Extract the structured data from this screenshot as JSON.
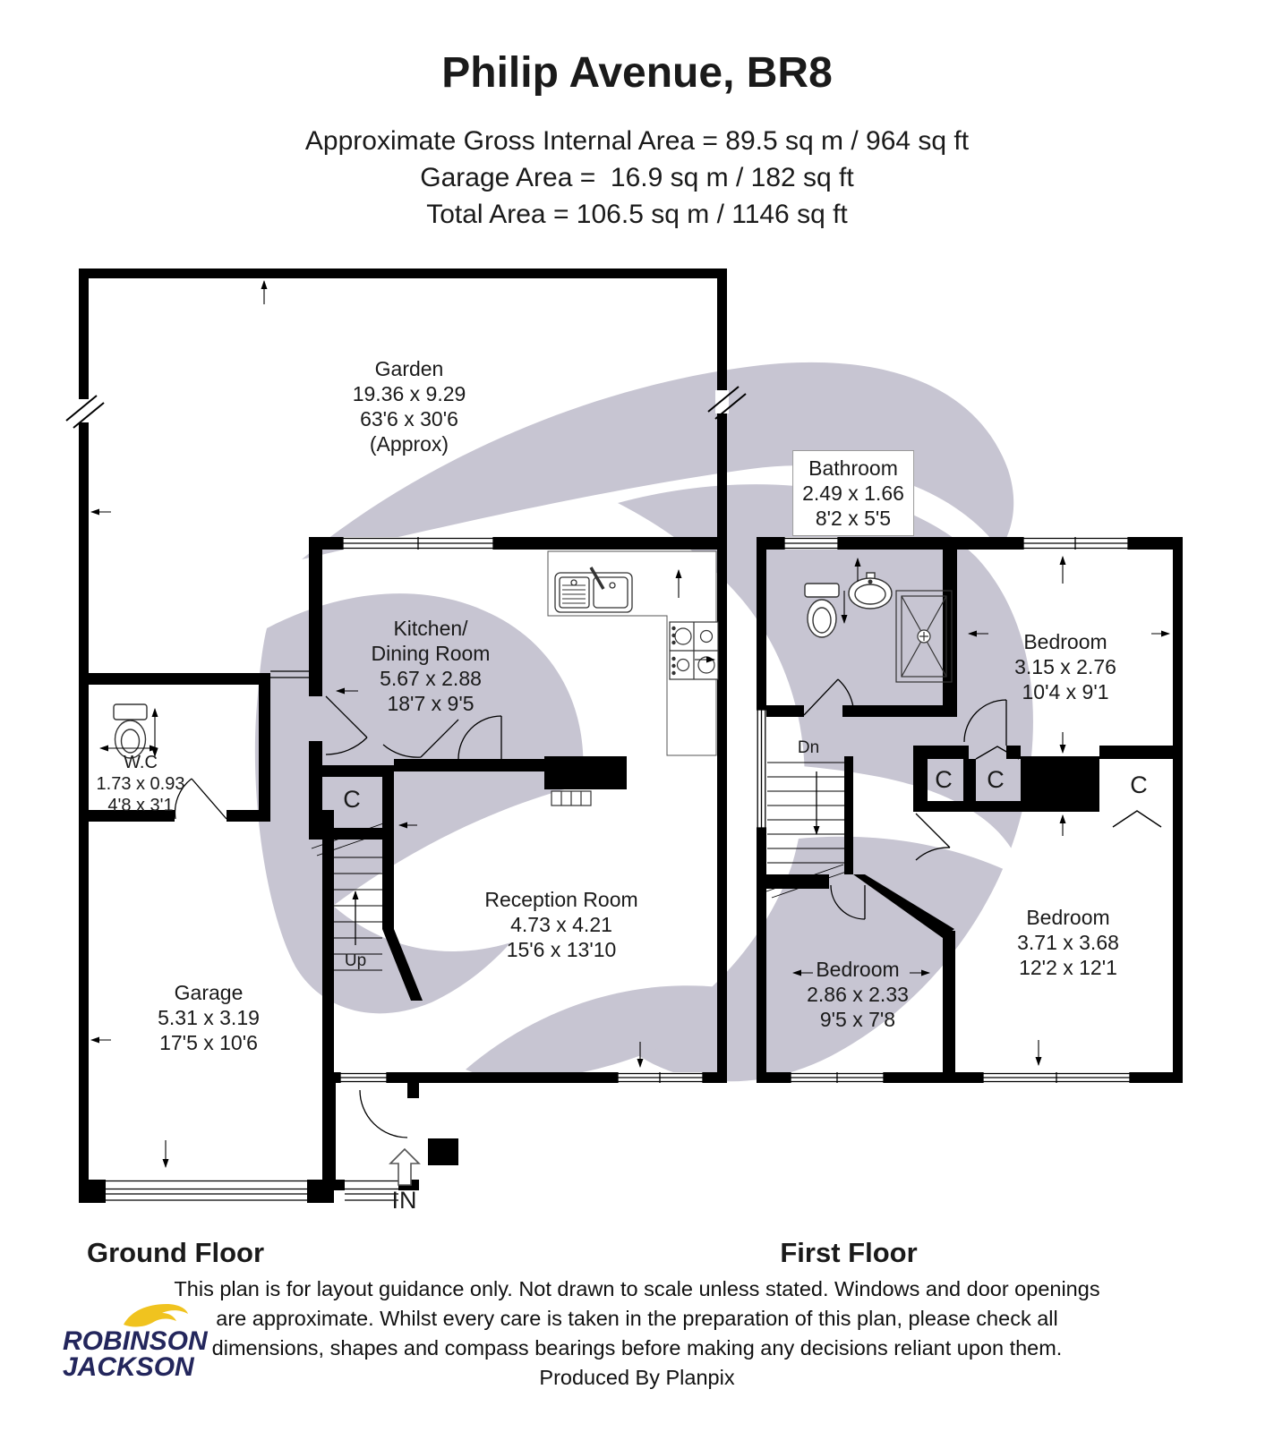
{
  "header": {
    "title": "Philip Avenue, BR8",
    "area_line1": "Approximate Gross Internal Area = 89.5 sq m / 964 sq ft",
    "area_line2": "Garage Area =  16.9 sq m / 182 sq ft",
    "area_line3": "Total Area = 106.5 sq m / 1146 sq ft"
  },
  "rooms": {
    "garden": {
      "name": "Garden",
      "metric": "19.36 x 9.29",
      "imperial": "63'6 x 30'6",
      "note": "(Approx)"
    },
    "kitchen": {
      "name": "Kitchen/\nDining Room",
      "metric": "5.67 x 2.88",
      "imperial": "18'7 x 9'5"
    },
    "wc": {
      "name": "W.C",
      "metric": "1.73 x 0.93",
      "imperial": "4'8 x 3'1"
    },
    "garage": {
      "name": "Garage",
      "metric": "5.31 x 3.19",
      "imperial": "17'5 x 10'6"
    },
    "reception": {
      "name": "Reception Room",
      "metric": "4.73 x 4.21",
      "imperial": "15'6 x 13'10"
    },
    "bathroom": {
      "name": "Bathroom",
      "metric": "2.49 x 1.66",
      "imperial": "8'2 x 5'5"
    },
    "bedroom1": {
      "name": "Bedroom",
      "metric": "3.15 x 2.76",
      "imperial": "10'4 x 9'1"
    },
    "bedroom2": {
      "name": "Bedroom",
      "metric": "2.86 x 2.33",
      "imperial": "9'5 x 7'8"
    },
    "bedroom3": {
      "name": "Bedroom",
      "metric": "3.71 x 3.68",
      "imperial": "12'2 x 12'1"
    }
  },
  "annotations": {
    "up": "Up",
    "down": "Dn",
    "entrance": "IN",
    "closet": "C"
  },
  "floor_labels": {
    "ground": "Ground Floor",
    "first": "First Floor"
  },
  "disclaimer": {
    "line1": "This plan is for layout guidance only. Not drawn to scale unless stated. Windows and door openings",
    "line2": "are approximate. Whilst every care is taken in the preparation of this plan, please check all",
    "line3": "dimensions, shapes and compass bearings before making any decisions reliant upon them.",
    "line4": "Produced By Planpix"
  },
  "logo": {
    "line1": "ROBINSON",
    "line2": "JACKSON"
  },
  "colors": {
    "wall": "#000000",
    "watermark": "#c7c5d2",
    "logo_navy": "#23265c",
    "logo_yellow": "#f0c31f"
  }
}
